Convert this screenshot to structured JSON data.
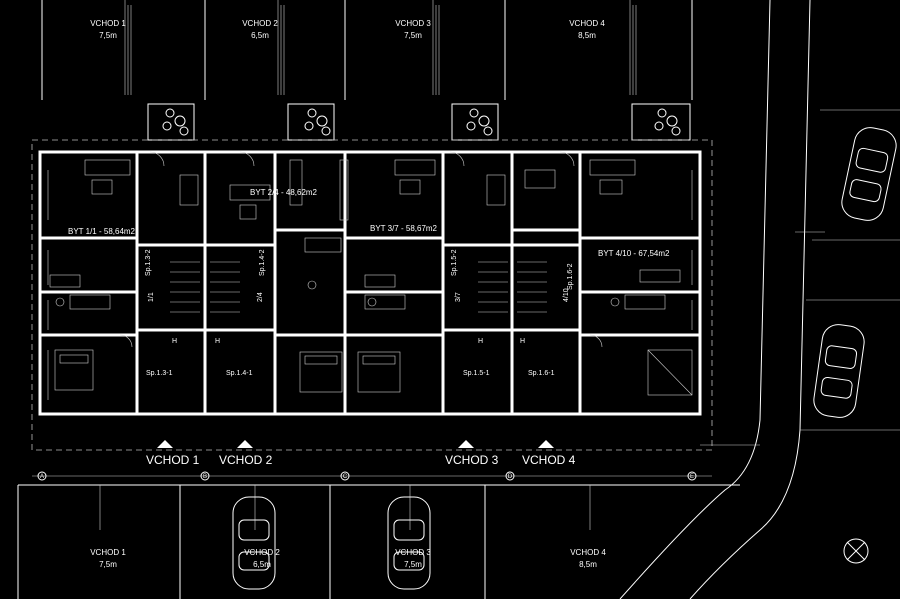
{
  "top_parking": [
    {
      "name": "VCHOD 1",
      "width": "7,5m"
    },
    {
      "name": "VCHOD 2",
      "width": "6,5m"
    },
    {
      "name": "VCHOD 3",
      "width": "7,5m"
    },
    {
      "name": "VCHOD 4",
      "width": "8,5m"
    }
  ],
  "bottom_parking": [
    {
      "name": "VCHOD 1",
      "width": "7,5m"
    },
    {
      "name": "VCHOD 2",
      "width": "6,5m"
    },
    {
      "name": "VCHOD 3",
      "width": "7,5m"
    },
    {
      "name": "VCHOD 4",
      "width": "8,5m"
    }
  ],
  "apartments": [
    "BYT 1/1 - 58,64m2",
    "BYT 2/4 - 48,62m2",
    "BYT 3/7 - 58,67m2",
    "BYT 4/10 - 67,54m2"
  ],
  "entrances": [
    "VCHOD 1",
    "VCHOD 2",
    "VCHOD 3",
    "VCHOD 4"
  ],
  "stair_labels": [
    "Sp.1.3-2",
    "Sp.1.4-2",
    "Sp.1.5-2",
    "Sp.1.6-2"
  ],
  "stair_arrows": [
    "1/1",
    "2/4",
    "3/7",
    "4/10"
  ],
  "storage_labels": [
    "Sp.1.3-1",
    "Sp.1.4-1",
    "Sp.1.5-1",
    "Sp.1.6-1"
  ],
  "axis_labels": [
    "A",
    "B",
    "C",
    "D",
    "E"
  ]
}
